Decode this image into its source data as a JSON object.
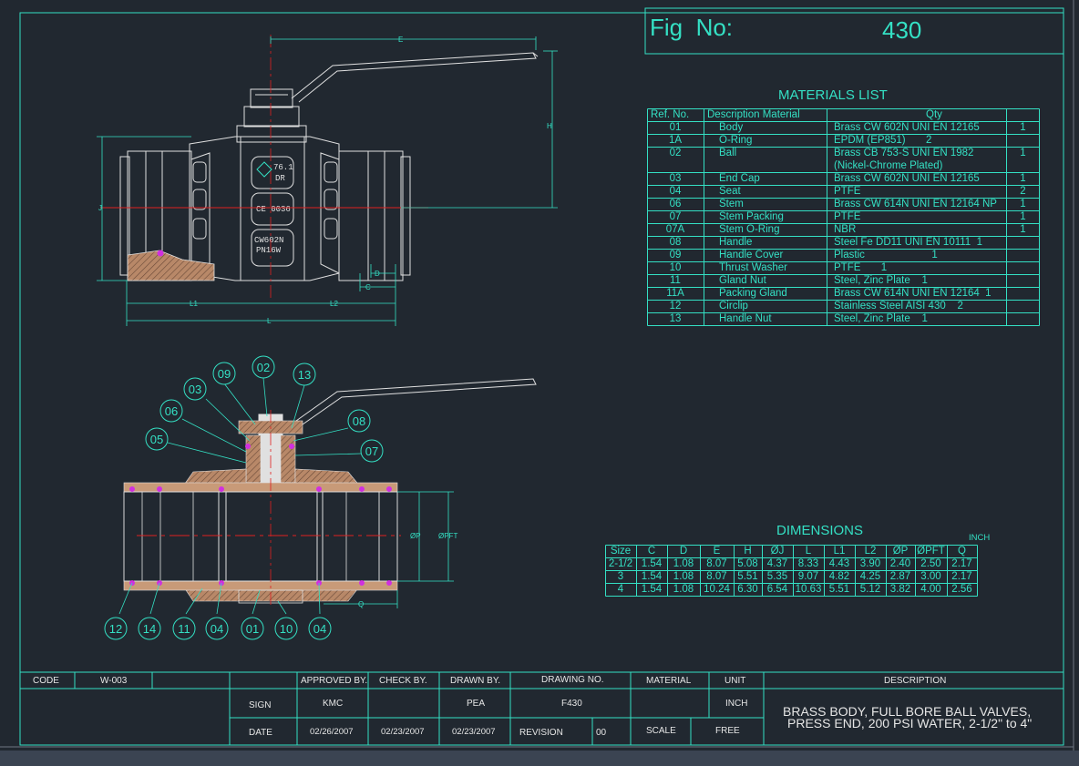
{
  "fig": {
    "label": "Fig  No:",
    "number": "430"
  },
  "materials": {
    "title": "MATERIALS LIST",
    "headers": [
      "Ref. No.",
      "Description   Material",
      "Qty"
    ],
    "rows": [
      {
        "ref": "01",
        "desc": "Body",
        "mat": "Brass CW 602N UNI EN 12165",
        "qty": "1"
      },
      {
        "ref": "1A",
        "desc": "O-Ring",
        "mat": "EPDM (EP851)       2",
        "qty": ""
      },
      {
        "ref": "02",
        "desc": "Ball",
        "mat": "Brass CB 753-S UNI EN 1982",
        "mat2": "(Nickel-Chrome Plated)",
        "qty": "1"
      },
      {
        "ref": "03",
        "desc": "End Cap",
        "mat": "Brass CW 602N UNI EN 12165",
        "qty": "1"
      },
      {
        "ref": "04",
        "desc": "Seat",
        "mat": "PTFE",
        "qty": "2"
      },
      {
        "ref": "06",
        "desc": "Stem",
        "mat": "Brass CW 614N UNI EN 12164 NP",
        "qty": "1"
      },
      {
        "ref": "07",
        "desc": "Stem Packing",
        "mat": "PTFE",
        "qty": "1"
      },
      {
        "ref": "07A",
        "desc": "Stem O-Ring",
        "mat": "NBR",
        "qty": "1"
      },
      {
        "ref": "08",
        "desc": "Handle",
        "mat": "Steel Fe DD11 UNI EN 10111  1",
        "qty": ""
      },
      {
        "ref": "09",
        "desc": "Handle Cover",
        "mat": "Plastic                       1",
        "qty": ""
      },
      {
        "ref": "10",
        "desc": "Thrust Washer",
        "mat": "PTFE       1",
        "qty": ""
      },
      {
        "ref": "11",
        "desc": "Gland Nut",
        "mat": "Steel, Zinc Plate    1",
        "qty": ""
      },
      {
        "ref": "11A",
        "desc": "Packing Gland",
        "mat": "Brass CW 614N UNI EN 12164  1",
        "qty": ""
      },
      {
        "ref": "12",
        "desc": "Circlip",
        "mat": "Stainless Steel AISI 430    2",
        "qty": ""
      },
      {
        "ref": "13",
        "desc": "Handle Nut",
        "mat": "Steel, Zinc Plate    1",
        "qty": ""
      }
    ]
  },
  "dimensions": {
    "title": "DIMENSIONS",
    "unit": "INCH",
    "headers": [
      "Size",
      "C",
      "D",
      "E",
      "H",
      "ØJ",
      "L",
      "L1",
      "L2",
      "ØP",
      "ØPFT",
      "Q"
    ],
    "rows": [
      [
        "2-1/2",
        "1.54",
        "1.08",
        "8.07",
        "5.08",
        "4.37",
        "8.33",
        "4.43",
        "3.90",
        "2.40",
        "2.50",
        "2.17"
      ],
      [
        "3",
        "1.54",
        "1.08",
        "8.07",
        "5.51",
        "5.35",
        "9.07",
        "4.82",
        "4.25",
        "2.87",
        "3.00",
        "2.17"
      ],
      [
        "4",
        "1.54",
        "1.08",
        "10.24",
        "6.30",
        "6.54",
        "10.63",
        "5.51",
        "5.12",
        "3.82",
        "4.00",
        "2.56"
      ]
    ]
  },
  "elevation": {
    "dim_labels": [
      "E",
      "H",
      "J",
      "D",
      "C",
      "L1",
      "L2",
      "L"
    ],
    "body_marks": [
      "76.1",
      "DR",
      "CE 0036",
      "CW602N",
      "PN16W"
    ]
  },
  "section": {
    "bubbles": [
      "09",
      "02",
      "13",
      "03",
      "06",
      "05",
      "08",
      "07",
      "12",
      "14",
      "11",
      "04",
      "01",
      "10",
      "04"
    ],
    "dim_labels": [
      "ØP",
      "ØPFT",
      "Q"
    ]
  },
  "title_block": {
    "code_label": "CODE",
    "code": "W-003",
    "approved_by_label": "APPROVED BY.",
    "check_by_label": "CHECK BY.",
    "drawn_by_label": "DRAWN BY.",
    "drawing_no_label": "DRAWING NO.",
    "material_label": "MATERIAL",
    "unit_label": "UNIT",
    "description_label": "DESCRIPTION",
    "sign_label": "SIGN",
    "approved_by": "KMC",
    "drawn_by": "PEA",
    "drawing_no": "F430",
    "unit": "INCH",
    "date_label": "DATE",
    "approved_date": "02/26/2007",
    "check_date": "02/23/2007",
    "drawn_date": "02/23/2007",
    "revision_label": "REVISION",
    "revision": "00",
    "scale_label": "SCALE",
    "scale": "FREE",
    "description_line1": "BRASS BODY, FULL BORE BALL VALVES,",
    "description_line2": "PRESS END, 200 PSI WATER, 2-1/2\" to 4\""
  },
  "colors": {
    "background": "#212830",
    "line": "#34e0c4",
    "valve": "#e0e0e0",
    "center": "#e02020",
    "bronze": "#c89a78",
    "accent": "#d030e0"
  }
}
